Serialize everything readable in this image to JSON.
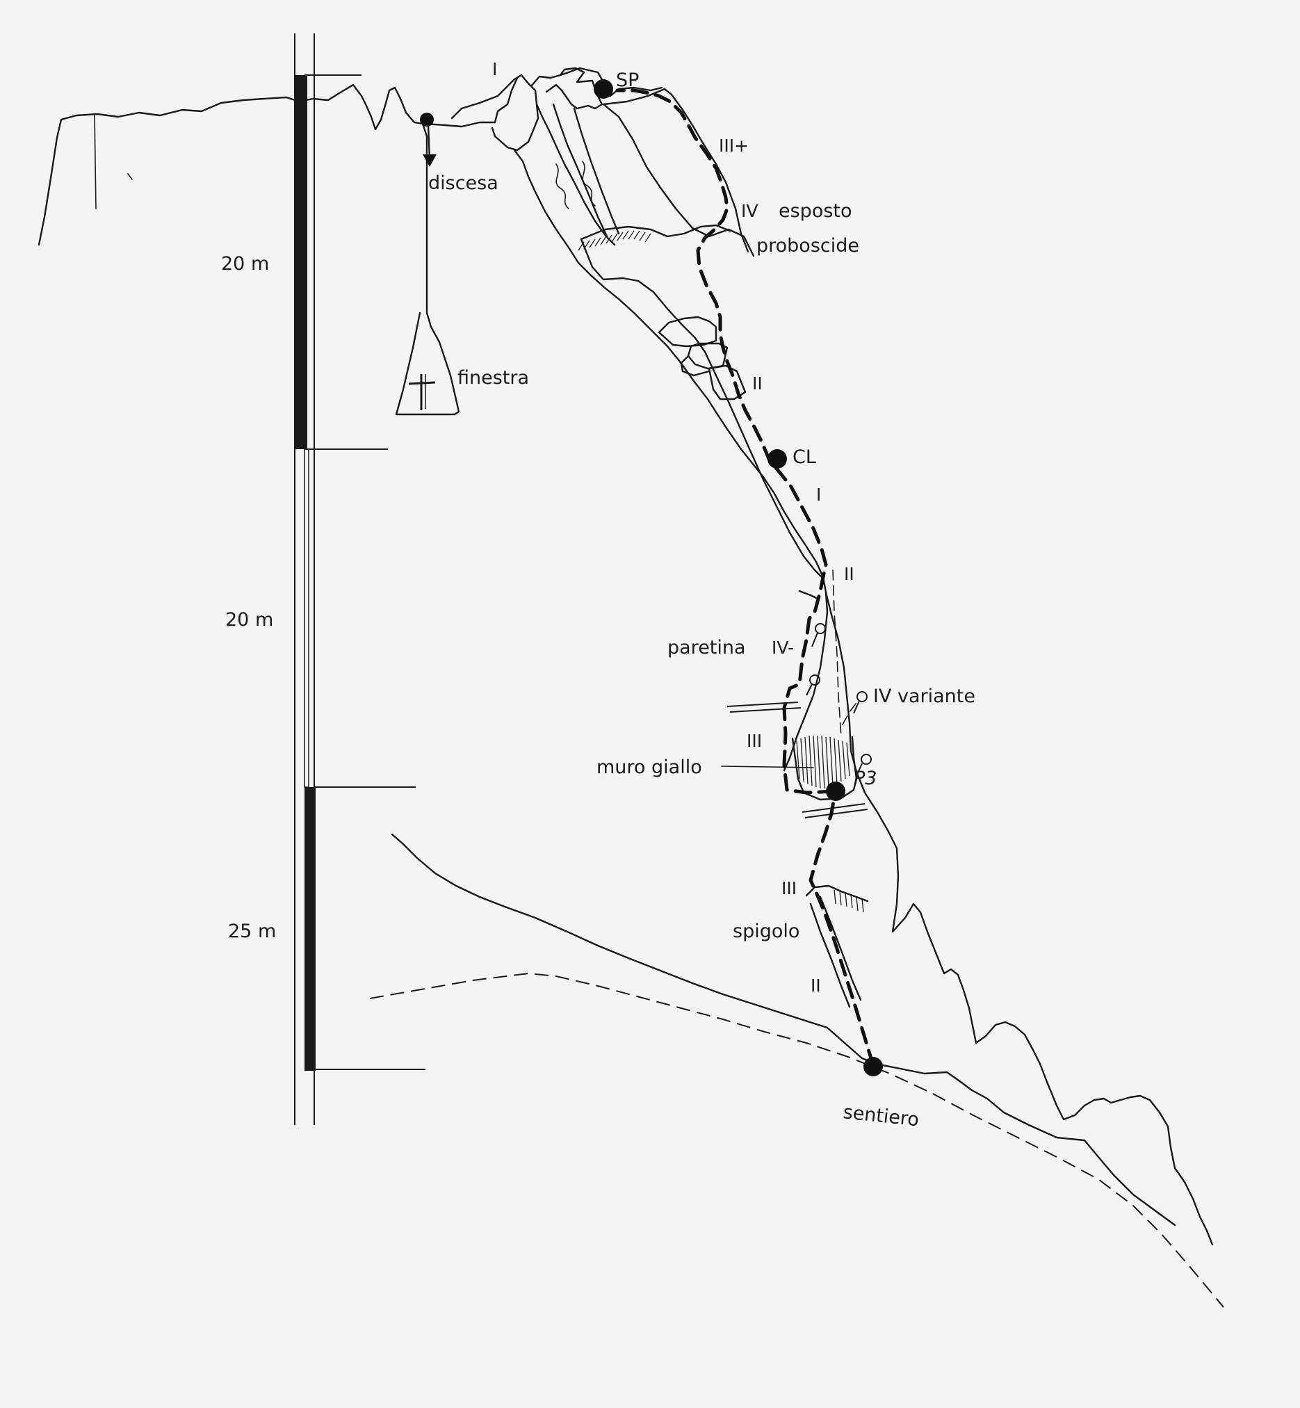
{
  "scale": {
    "labels": [
      "20 m",
      "20 m",
      "25 m"
    ]
  },
  "labels": {
    "sp": "SP",
    "cl": "CL",
    "discesa": "discesa",
    "finestra": "finestra",
    "esposto": "esposto",
    "proboscide": "proboscide",
    "paretina": "paretina",
    "variante": "IV variante",
    "muro_giallo": "muro giallo",
    "spigolo": "spigolo",
    "sentiero": "sentiero",
    "p3": "P3"
  },
  "grades": {
    "top_i": "I",
    "iii_plus": "III+",
    "iv_top": "IV",
    "ii_upper": "II",
    "i_mid": "I",
    "ii_mid": "II",
    "iv_minus": "IV-",
    "iii_muro": "III",
    "iii_spigolo": "III",
    "ii_lower": "II"
  }
}
